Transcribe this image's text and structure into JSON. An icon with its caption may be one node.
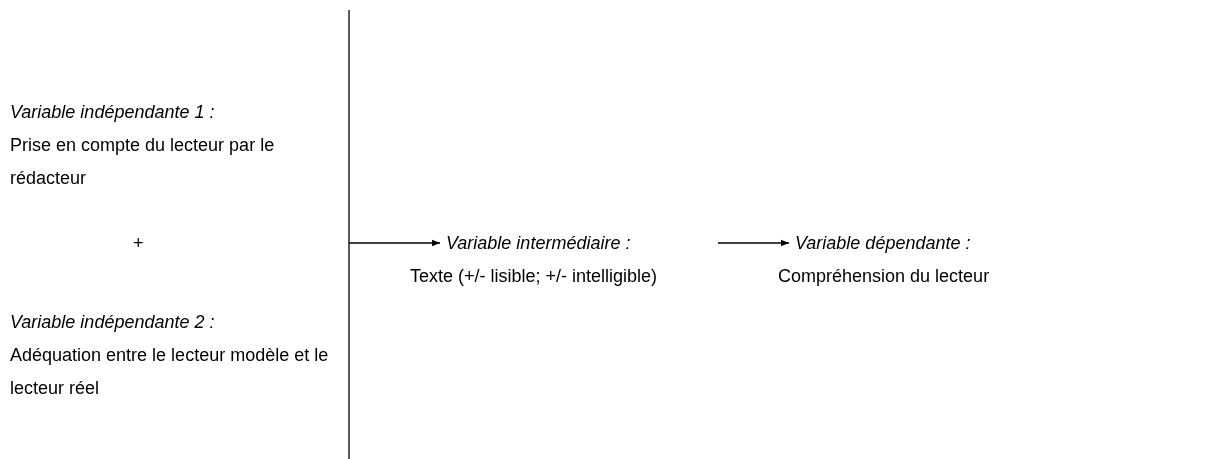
{
  "diagram": {
    "nodes": [
      {
        "text": [
          "Variable indépendante 1 :",
          "Prise en compte du lecteur par le rédacteur"
        ]
      },
      {
        "text": [
          "Variable indépendante 2 :",
          "Adéquation entre le lecteur modèle et le lecteur réel"
        ]
      },
      {
        "text": [
          "Variable intermédiaire :",
          "Texte (+/- lisible; +/- intelligible)"
        ]
      },
      {
        "text": [
          "Variable dépendante :",
          "Compréhension du lecteur"
        ]
      }
    ],
    "edges": [
      {
        "from": null,
        "to": 2,
        "arrow": "to"
      },
      {
        "from": 2,
        "to": 3,
        "arrow": "to"
      }
    ],
    "labels": [
      "+"
    ]
  }
}
